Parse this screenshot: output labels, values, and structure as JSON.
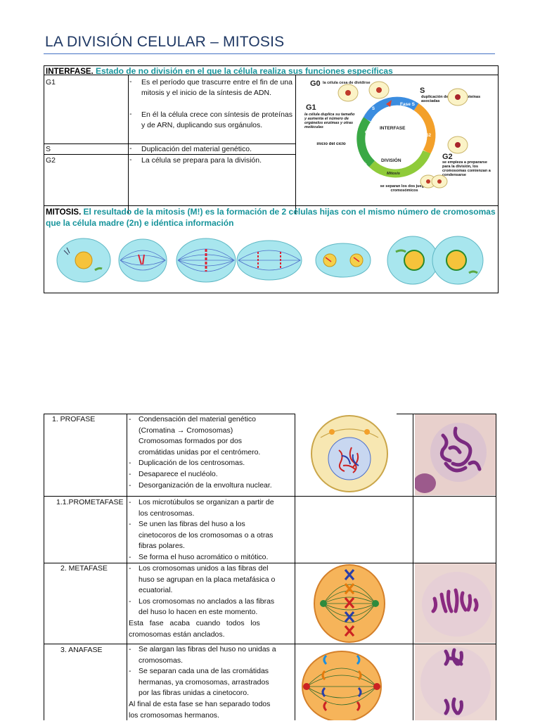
{
  "title": "LA DIVISIÓN CELULAR – MITOSIS",
  "interfase": {
    "label": "INTERFASE.",
    "description": "Estado de no división en el que la célula realiza sus funciones específicas",
    "rows": [
      {
        "name": "G1",
        "items": [
          "Es el período que trascurre entre el fin de una mitosis y el inicio de la síntesis de ADN.",
          "En él la célula crece con síntesis de proteínas y de ARN, duplicando sus orgánulos."
        ]
      },
      {
        "name": "S",
        "items": [
          "Duplicación del material genético."
        ]
      },
      {
        "name": "G2",
        "items": [
          "La célula se prepara para la división."
        ]
      }
    ],
    "cycle_diagram": {
      "g0": "G0",
      "g0_text": "la célula cesa de dividirse",
      "g1": "G1",
      "g1_text": "la célula duplica su tamaño y aumenta el número de orgánelos enzimas y otras moléculas",
      "s": "S",
      "s_text": "duplicación del ADN y proteínas asociadas",
      "fase_s": "Fase S",
      "interfase": "INTERFASE",
      "division": "DIVISIÓN",
      "mitosis": "Mitosis",
      "inicio": "inicio del ciclo",
      "inicio_arrow": "Inicio de ciclo",
      "g2": "G2",
      "g2_text": "se empieza a prepararse para la división, los cromosomas comienzan a condensarse",
      "separan": "se separan los dos juegos cromosómicos",
      "g1_small": "G1",
      "g2_small": "G2",
      "s_small": "S"
    }
  },
  "mitosis": {
    "label": "MITOSIS.",
    "description": "El resultado de la mitosis (M!) es la formación de 2 células hijas con el mismo número de cromosomas que la célula madre (2n) e idéntica información"
  },
  "phases": [
    {
      "name": "1.   PROFASE",
      "items": [
        {
          "dash": true,
          "text": "Condensación del material genético"
        },
        {
          "dash": false,
          "text": "(Cromatina  →  Cromosomas)"
        },
        {
          "dash": false,
          "text": "Cromosomas formados por dos"
        },
        {
          "dash": false,
          "text": "cromátidas unidas por el centrómero."
        },
        {
          "dash": true,
          "text": "Duplicación de los centrosomas."
        },
        {
          "dash": true,
          "text": "Desaparece el nucléolo."
        },
        {
          "dash": true,
          "text": "Desorganización de la envoltura nuclear."
        }
      ]
    },
    {
      "name": "1.1.PROMETAFASE",
      "items": [
        {
          "dash": true,
          "text": "Los microtúbulos se organizan a partir de"
        },
        {
          "dash": false,
          "text": "los centrosomas."
        },
        {
          "dash": true,
          "text": "Se unen las fibras del huso a los"
        },
        {
          "dash": false,
          "text": "cinetocoros de los cromosomas o a otras"
        },
        {
          "dash": false,
          "text": "fibras polares."
        },
        {
          "dash": true,
          "text": "Se forma el huso acromático o mitótico."
        }
      ]
    },
    {
      "name": "2.   METAFASE",
      "items": [
        {
          "dash": true,
          "text": "Los cromosomas unidos a las fibras del"
        },
        {
          "dash": false,
          "text": "huso se agrupan en la placa metafásica o"
        },
        {
          "dash": false,
          "text": "ecuatorial."
        },
        {
          "dash": true,
          "text": "Los cromosomas no anclados a las fibras"
        },
        {
          "dash": false,
          "text": "del huso lo hacen en este momento."
        },
        {
          "dash": "none",
          "text": "Esta   fase   acaba   cuando   todos   los"
        },
        {
          "dash": "none",
          "text": "cromosomas están anclados."
        }
      ]
    },
    {
      "name": "3.   ANAFASE",
      "items": [
        {
          "dash": true,
          "text": "Se alargan las fibras del huso no unidas a"
        },
        {
          "dash": false,
          "text": "cromosomas."
        },
        {
          "dash": true,
          "text": "Se separan cada una de las cromátidas"
        },
        {
          "dash": false,
          "text": "hermanas, ya cromosomas, arrastrados"
        },
        {
          "dash": false,
          "text": "por las fibras unidas a cinetocoro."
        },
        {
          "dash": "none",
          "text": "Al final de esta fase se han separado todos"
        },
        {
          "dash": "none",
          "text": "los cromosomas hermanos."
        }
      ]
    }
  ],
  "colors": {
    "title": "#1f3864",
    "teal": "#17949b",
    "rule": "#4472c4",
    "cell_cyan": "#a8e6ee",
    "cell_orange": "#f6b45a",
    "stain": "#8a2a80"
  }
}
